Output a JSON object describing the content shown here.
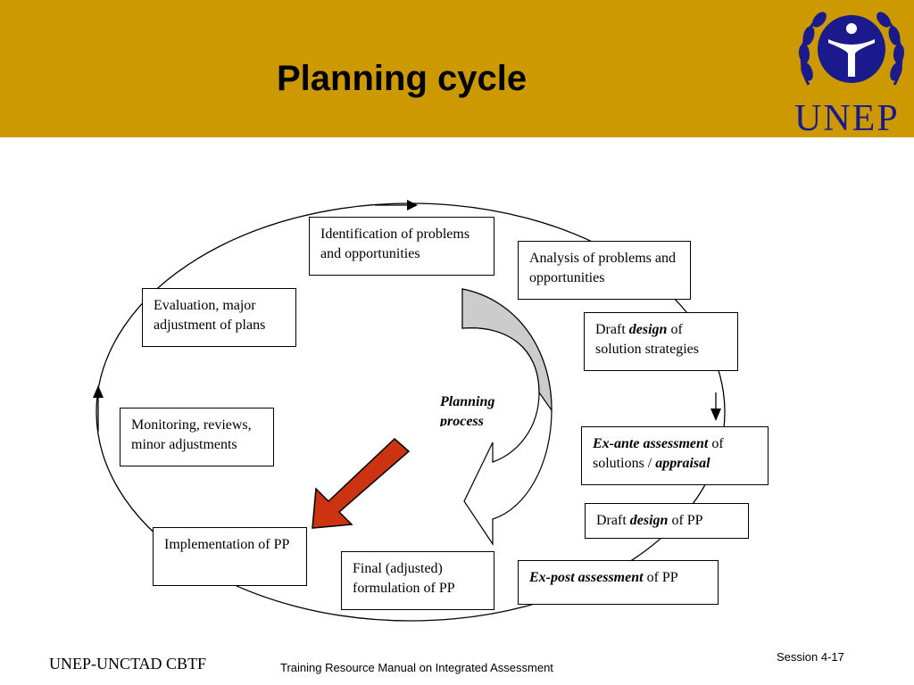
{
  "header": {
    "title": "Planning cycle",
    "logo_text": "UNEP",
    "colors": {
      "band": "#cc9900",
      "logo": "#1a1a8c"
    }
  },
  "diagram": {
    "center_label": "Planning process",
    "boxes": {
      "identification": "Identification of problems and opportunities",
      "analysis": "Analysis of problems and opportunities",
      "draft_design_strategies": {
        "prefix": "Draft ",
        "em": "design",
        "suffix": " of solution strategies"
      },
      "ex_ante": {
        "em1": "Ex-ante assessment",
        "mid": " of solutions / ",
        "em2": "appraisal"
      },
      "draft_design_pp": {
        "prefix": "Draft ",
        "em": "design",
        "suffix": " of PP"
      },
      "ex_post": {
        "em": "Ex-post assessment",
        "suffix": " of PP"
      },
      "final_formulation": "Final (adjusted) formulation of PP",
      "implementation": "Implementation of PP",
      "monitoring": "Monitoring, reviews, minor adjustments",
      "evaluation": "Evaluation, major adjustment of plans"
    },
    "colors": {
      "arrow_fill": "#cc3311",
      "process_fill": "#cccccc"
    }
  },
  "footer": {
    "left": "UNEP-UNCTAD CBTF",
    "center": "Training Resource Manual on Integrated Assessment",
    "session": "Session 4-17"
  }
}
